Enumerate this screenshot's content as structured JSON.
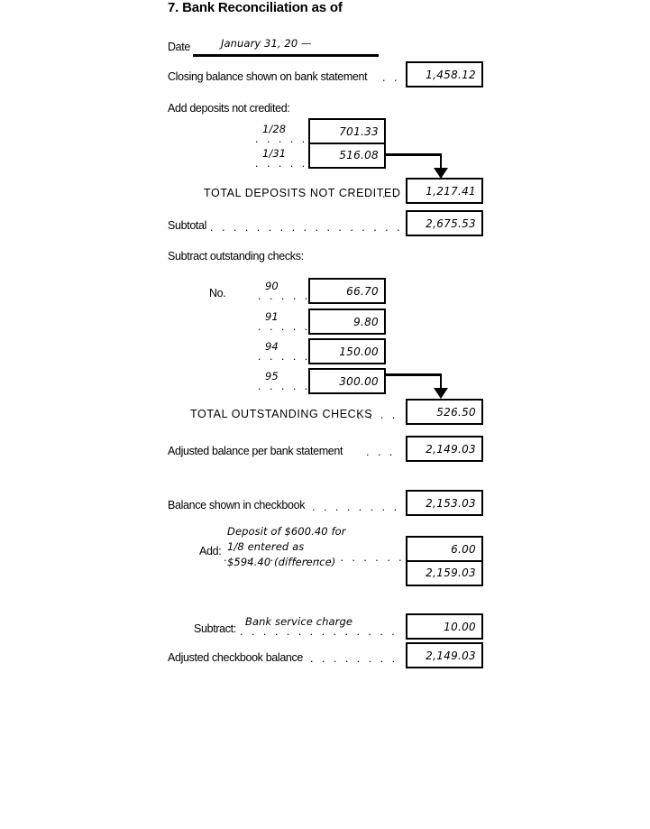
{
  "form": {
    "title": "7. Bank Reconciliation as of",
    "date_label": "Date",
    "date_value": "January 31, 20 —"
  },
  "bank_side": {
    "closing_balance_label": "Closing balance shown on bank statement",
    "closing_balance_value": "1,458.12",
    "add_deposits_label": "Add deposits not credited:",
    "deposits": [
      {
        "date": "1/28",
        "amount": "701.33"
      },
      {
        "date": "1/31",
        "amount": "516.08"
      }
    ],
    "total_deposits_label": "TOTAL DEPOSITS NOT CREDITED",
    "total_deposits_value": "1,217.41",
    "subtotal_label": "Subtotal",
    "subtotal_value": "2,675.53",
    "subtract_checks_label": "Subtract outstanding checks:",
    "check_no_label": "No.",
    "checks": [
      {
        "number": "90",
        "amount": "66.70"
      },
      {
        "number": "91",
        "amount": "9.80"
      },
      {
        "number": "94",
        "amount": "150.00"
      },
      {
        "number": "95",
        "amount": "300.00"
      }
    ],
    "total_checks_label": "TOTAL OUTSTANDING CHECKS",
    "total_checks_value": "526.50",
    "adjusted_bank_label": "Adjusted balance per bank statement",
    "adjusted_bank_value": "2,149.03"
  },
  "checkbook_side": {
    "checkbook_balance_label": "Balance shown in checkbook",
    "checkbook_balance_value": "2,153.03",
    "add_label": "Add:",
    "add_note_line1": "Deposit of $600.40 for",
    "add_note_line2": "1/8 entered as",
    "add_note_line3": "$594.40 (difference)",
    "add_value": "6.00",
    "running_total_value": "2,159.03",
    "subtract_label": "Subtract:",
    "subtract_note": "Bank service charge",
    "subtract_value": "10.00",
    "adjusted_checkbook_label": "Adjusted checkbook balance",
    "adjusted_checkbook_value": "2,149.03"
  },
  "leaders": {
    "two": ". .",
    "four": ". . . .",
    "five": ". . . . .",
    "deposit": ". . . . .",
    "check": ". . . . . .",
    "nine": ". . . . . . . . .",
    "ten": ". . . . . . . . . .",
    "long": ". . . . . . . . . . . . . . . . . . .",
    "add_note": ". . . . . . . . . . . . . .",
    "subtract_note": ". . . . . . . . . . . . . ."
  },
  "colors": {
    "ink": "#000000",
    "paper": "#ffffff"
  }
}
